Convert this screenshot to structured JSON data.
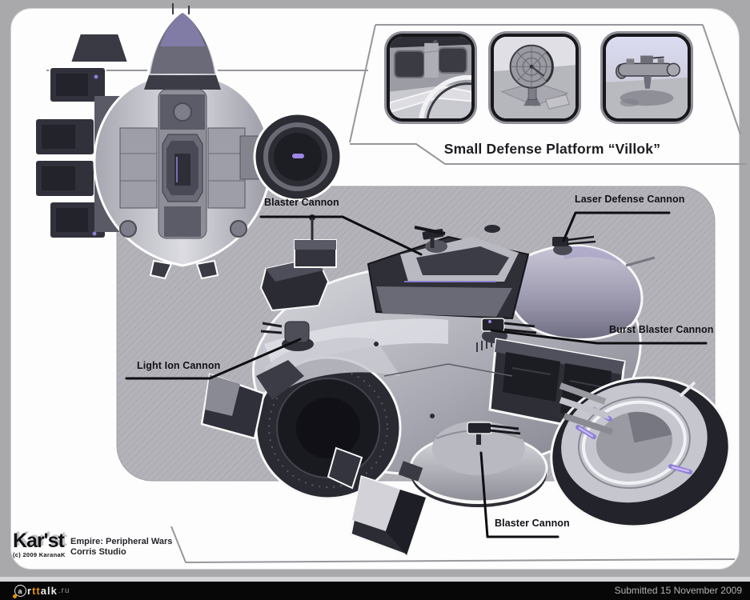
{
  "header": {
    "title": "Small Defense Platform “Villok”"
  },
  "thumbnails": [
    {
      "name": "hull-panel-detail"
    },
    {
      "name": "radar-dish-detail"
    },
    {
      "name": "platform-overview"
    }
  ],
  "callouts": [
    {
      "id": "blaster-cannon-top",
      "label": "Blaster Cannon"
    },
    {
      "id": "laser-defense-cannon",
      "label": "Laser Defense Cannon"
    },
    {
      "id": "light-ion-cannon",
      "label": "Light Ion Cannon"
    },
    {
      "id": "burst-blaster-cannon",
      "label": "Burst Blaster Cannon"
    },
    {
      "id": "blaster-cannon-bottom",
      "label": "Blaster Cannon"
    }
  ],
  "credits": {
    "logo": "Kar'st",
    "copyright": "(c) 2009 KaranaK",
    "project": "Empire: Peripheral Wars",
    "studio": "Corris Studio"
  },
  "footer": {
    "site": "arttalk.ru",
    "site_parts": {
      "a": "a",
      "r": "r",
      "tt": "tt",
      "alk": "alk",
      "ru": ".ru"
    },
    "submitted": "Submitted 15 November 2009"
  },
  "colors": {
    "page_frame": "#a9a9ab",
    "card": "#fdfdfe",
    "panel": "#b4b3b9",
    "accent_glow": "#9f86e8",
    "footer_bar": "#070707",
    "logo_orange": "#e8920c"
  }
}
